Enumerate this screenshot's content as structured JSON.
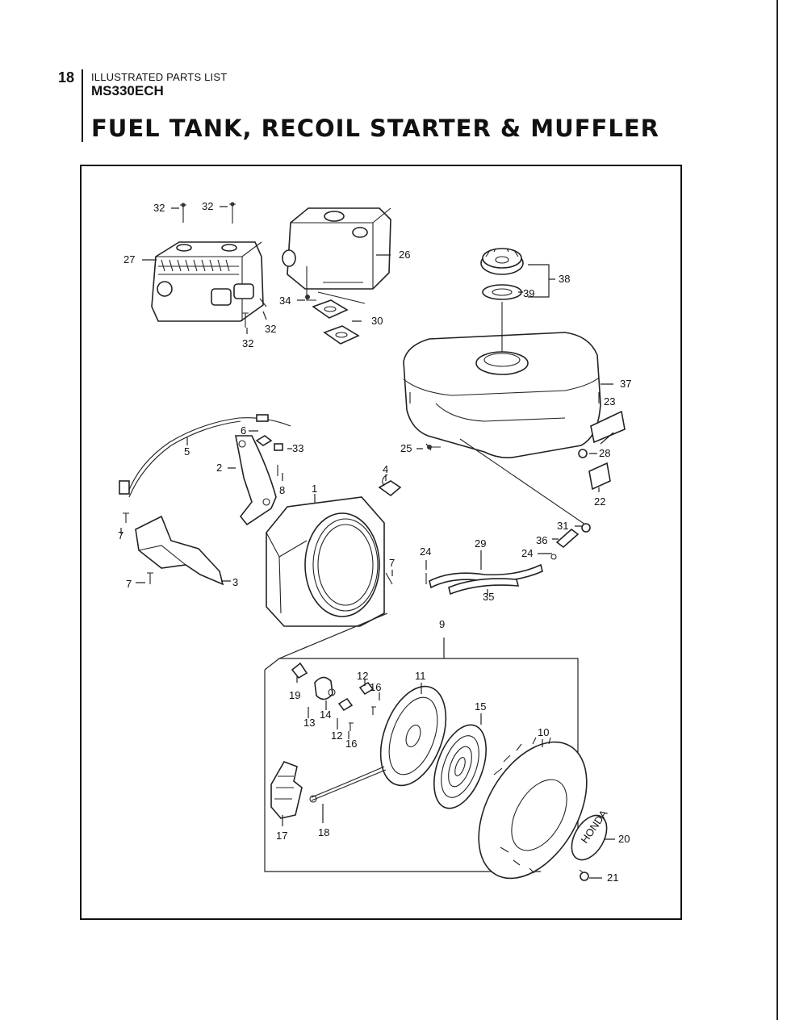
{
  "header": {
    "page_number": "18",
    "section_label": "ILLUSTRATED PARTS LIST",
    "model": "MS330ECH",
    "title": "FUEL TANK, RECOIL STARTER & MUFFLER"
  },
  "diagram": {
    "part_labels": {
      "p32a": "32",
      "p32b": "32",
      "p27": "27",
      "p26": "26",
      "p34": "34",
      "p30": "30",
      "p32c": "32",
      "p32d": "32",
      "p38": "38",
      "p39": "39",
      "p37": "37",
      "p23": "23",
      "p28": "28",
      "p22": "22",
      "p25": "25",
      "p6": "6",
      "p5": "5",
      "p33": "33",
      "p2": "2",
      "p8": "8",
      "p4": "4",
      "p1": "1",
      "p7a": "7",
      "p7b": "7",
      "p7c": "7",
      "p3": "3",
      "p31": "31",
      "p36": "36",
      "p24a": "24",
      "p29": "29",
      "p24b": "24",
      "p35": "35",
      "p9": "9",
      "p12a": "12",
      "p16a": "16",
      "p11": "11",
      "p19": "19",
      "p14": "14",
      "p13": "13",
      "p15": "15",
      "p12b": "12",
      "p16b": "16",
      "p10": "10",
      "p17": "17",
      "p18": "18",
      "p20": "20",
      "p21": "21"
    },
    "cover_logo_text": "HONDA"
  }
}
